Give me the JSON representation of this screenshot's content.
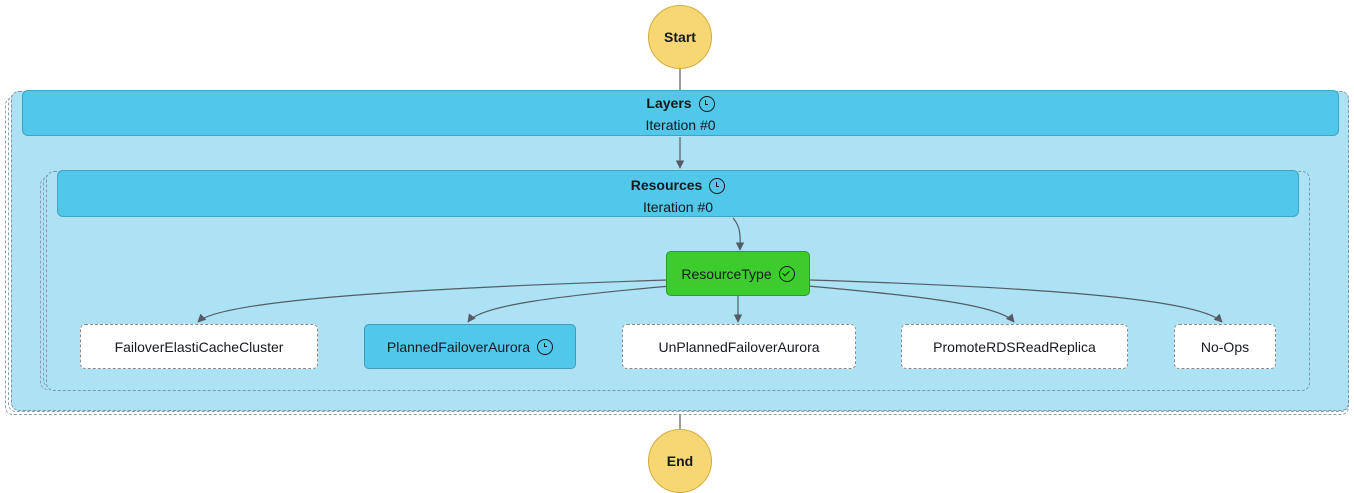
{
  "start": {
    "label": "Start"
  },
  "end": {
    "label": "End"
  },
  "layers": {
    "title": "Layers",
    "subtitle": "Iteration #0",
    "icon": "clock-icon"
  },
  "resources": {
    "title": "Resources",
    "subtitle": "Iteration #0",
    "icon": "clock-icon"
  },
  "choice": {
    "label": "ResourceType",
    "icon": "check-circle-icon",
    "color": "#3dcc2e"
  },
  "branches": [
    {
      "label": "FailoverElastiCacheCluster",
      "status": "not-run"
    },
    {
      "label": "PlannedFailoverAurora",
      "status": "in-progress",
      "icon": "clock-icon"
    },
    {
      "label": "UnPlannedFailoverAurora",
      "status": "not-run"
    },
    {
      "label": "PromoteRDSReadReplica",
      "status": "not-run"
    },
    {
      "label": "No-Ops",
      "status": "not-run"
    }
  ],
  "colors": {
    "in_progress": "#51c7ea",
    "succeeded": "#3dcc2e",
    "container": "#ade1f4",
    "start_end": "#f7d774"
  }
}
